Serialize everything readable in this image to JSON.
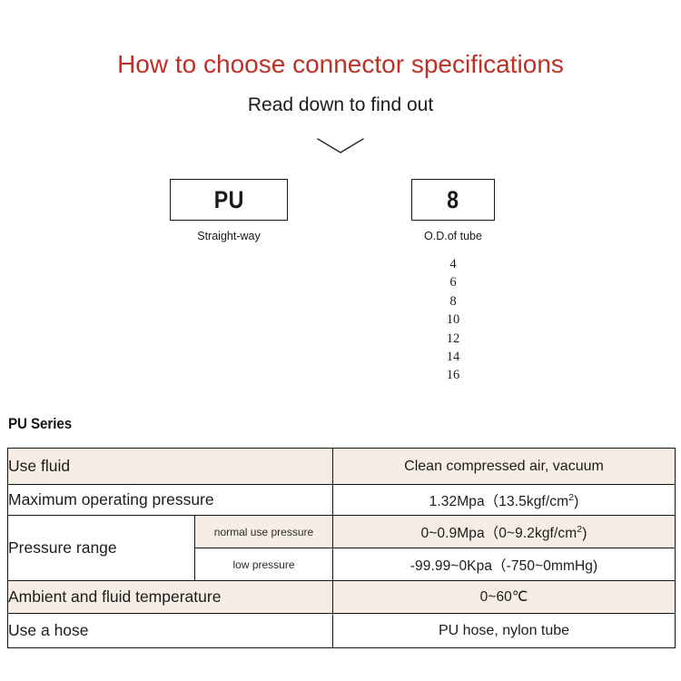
{
  "header": {
    "title": "How to choose connector specifications",
    "subtitle": "Read down to find out",
    "chevron_icon": "chevron-down-icon",
    "title_color": "#be3127"
  },
  "selector": {
    "boxes": [
      {
        "code": "PU",
        "caption": "Straight-way"
      },
      {
        "code": "8",
        "caption": "O.D.of tube"
      }
    ],
    "size_options": [
      "4",
      "6",
      "8",
      "10",
      "12",
      "14",
      "16"
    ]
  },
  "spec": {
    "heading": "PU Series",
    "rows": [
      {
        "label": "Use fluid",
        "value": "Clean compressed air, vacuum"
      },
      {
        "label": "Maximum operating pressure",
        "value": "1.32Mpa（13.5kgf/cm2)"
      },
      {
        "label": "Pressure range",
        "sub": [
          {
            "sublabel": "normal use pressure",
            "value": "0~0.9Mpa（0~9.2kgf/cm2)"
          },
          {
            "sublabel": "low pressure",
            "value": "-99.99~0Kpa（-750~0mmHg)"
          }
        ]
      },
      {
        "label": "Ambient and fluid temperature",
        "value": "0~60℃"
      },
      {
        "label": "Use a hose",
        "value": "PU hose, nylon tube"
      }
    ],
    "row_bg_colors": [
      "#f6eee4",
      "#ffffff",
      "#f6eee4",
      "#ffffff",
      "#f6eee4",
      "#ffffff"
    ]
  }
}
